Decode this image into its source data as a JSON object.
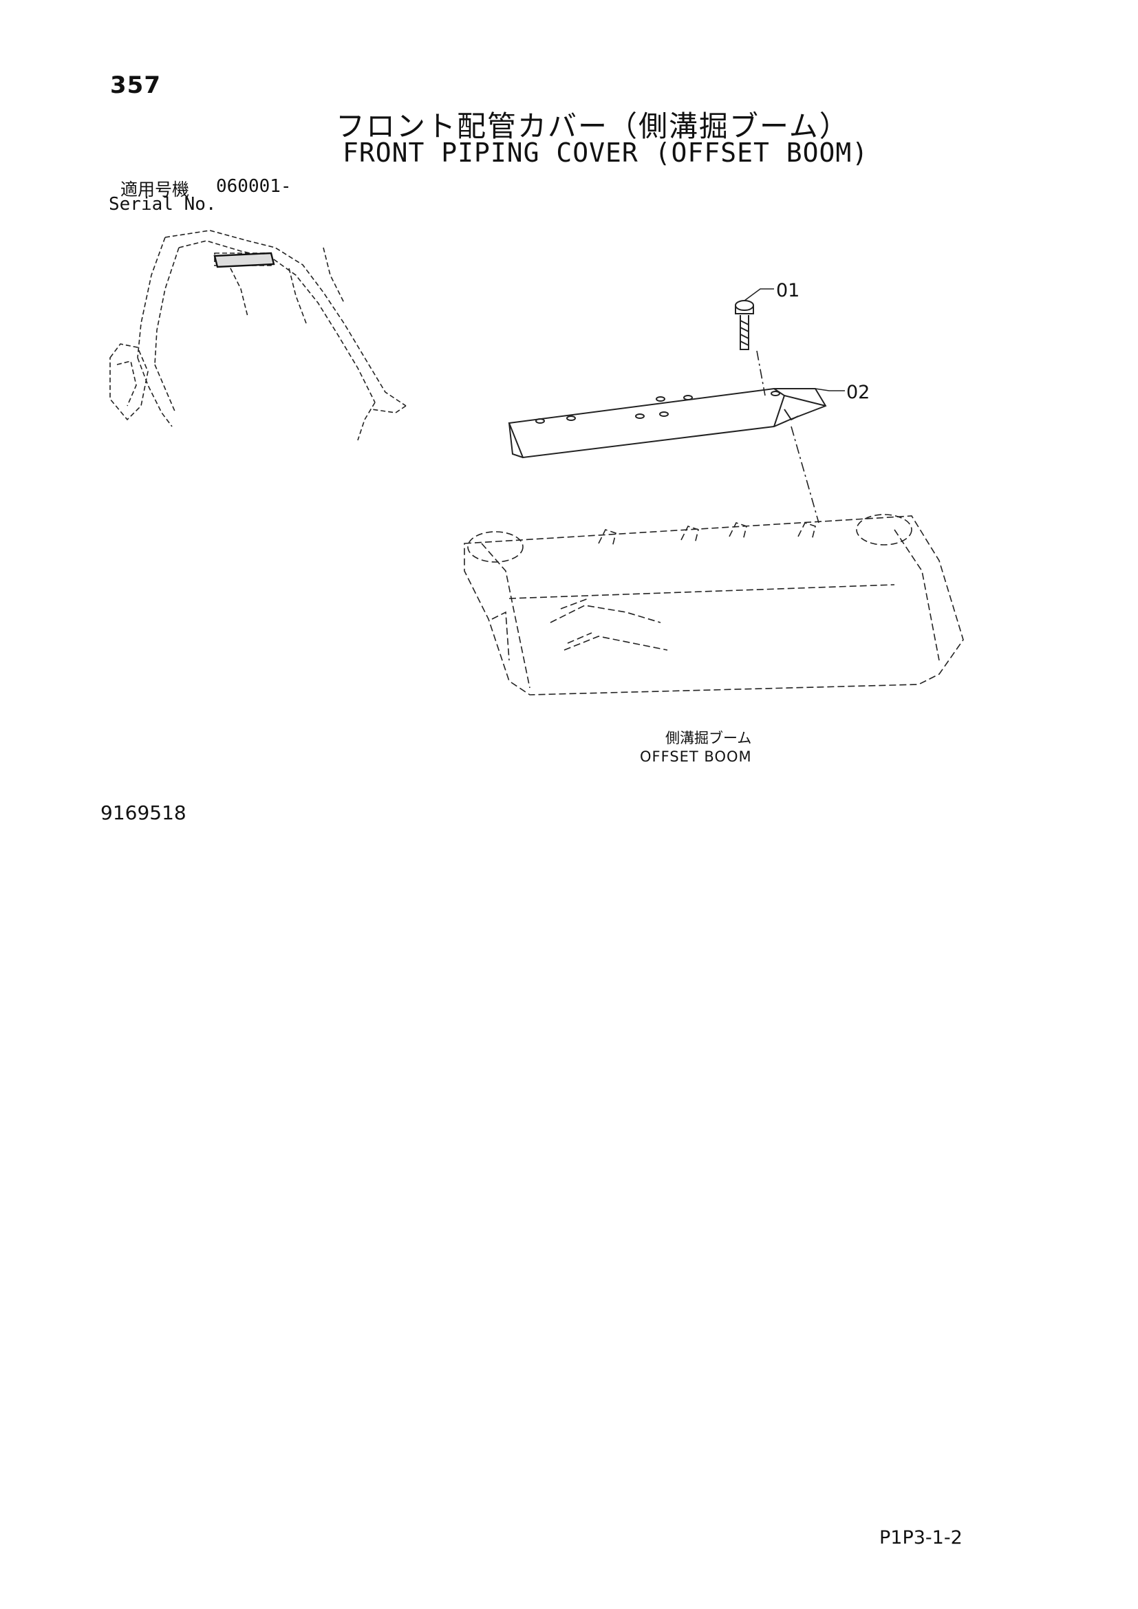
{
  "header": {
    "page_number": "357",
    "title_jp": "フロント配管カバー（側溝掘ブーム）",
    "title_en": "FRONT PIPING COVER (OFFSET BOOM)"
  },
  "serial": {
    "label_jp": "適用号機",
    "value": "060001-",
    "label_en": "Serial No."
  },
  "callouts": [
    {
      "id": "01"
    },
    {
      "id": "02"
    }
  ],
  "diagram_caption": {
    "jp": "側溝掘ブーム",
    "en": "OFFSET BOOM"
  },
  "footer": {
    "doc_number": "9169518",
    "page_code": "P1P3-1-2"
  }
}
